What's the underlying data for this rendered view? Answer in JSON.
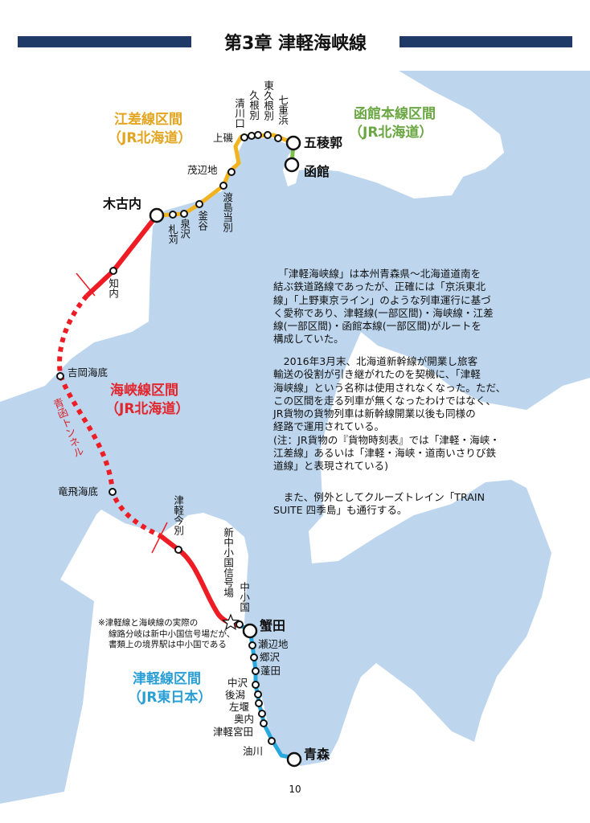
{
  "header": {
    "title": "第3章 津軽海峡線",
    "bar_color": "#1f3a66"
  },
  "colors": {
    "sea": "#bdd6ee",
    "land": "#ffffff",
    "esashi": "#f2b320",
    "hakodate": "#7cbf4a",
    "kaikyo": "#ee1c24",
    "tsugaru": "#29a8df"
  },
  "sections": {
    "esashi": {
      "name": "江差線区間",
      "operator": "（JR北海道）",
      "color": "#e3a51f"
    },
    "hakodate": {
      "name": "函館本線区間",
      "operator": "（JR北海道）",
      "color": "#6aa742"
    },
    "kaikyo": {
      "name": "海峡線区間",
      "operator": "（JR北海道）",
      "color": "#e3262d"
    },
    "tsugaru": {
      "name": "津軽線区間",
      "operator": "（JR東日本）",
      "color": "#2a9fd6"
    }
  },
  "tunnel_label": "青函トンネル",
  "stations": [
    "木古内",
    "札苅",
    "泉沢",
    "釜谷",
    "渡島当別",
    "茂辺地",
    "上磯",
    "清川口",
    "久根別",
    "東久根別",
    "七重浜",
    "五稜郭",
    "函館",
    "知内",
    "吉岡海底",
    "竜飛海底",
    "津軽今別",
    "新中小国信号場",
    "中小国",
    "蟹田",
    "瀬辺地",
    "郷沢",
    "蓬田",
    "中沢",
    "後潟",
    "左堰",
    "奥内",
    "津軽宮田",
    "油川",
    "青森"
  ],
  "note": [
    "※津軽線と海峡線の実際の",
    "線路分岐は新中小国信号場だが、",
    "書類上の境界駅は中小国である"
  ],
  "body": {
    "p1": [
      "　「津軽海峡線」は本州青森県～北海道道南を",
      "結ぶ鉄道路線であったが、正確には「京浜東北",
      "線」「上野東京ライン」のような列車運行に基づ",
      "く愛称であり、津軽線(一部区間)・海峡線・江差",
      "線(一部区間)・函館本線(一部区間)がルートを",
      "構成していた。"
    ],
    "p2": [
      "　2016年3月末、北海道新幹線が開業し旅客",
      "輸送の役割が引き継がれたのを契機に、「津軽",
      "海峡線」という名称は使用されなくなった。ただ、",
      "この区間を走る列車が無くなったわけではなく、",
      "JR貨物の貨物列車は新幹線開業以後も同様の",
      "経路で運用されている。",
      "(注：JR貨物の『貨物時刻表』では「津軽・海峡・",
      "江差線」あるいは「津軽・海峡・道南いさりび鉄",
      "道線」と表現されている)"
    ],
    "p3": [
      "　また、例外としてクルーズトレイン「TRAIN",
      "SUITE 四季島」も通行する。"
    ]
  },
  "page_number": "10"
}
